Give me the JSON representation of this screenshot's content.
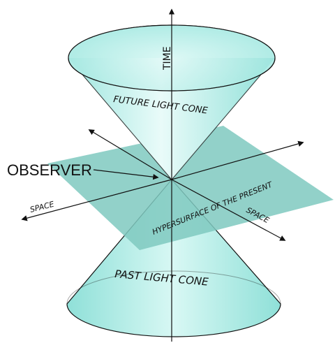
{
  "labels": {
    "time": "TIME",
    "future": "FUTURE LIGHT CONE",
    "past": "PAST LIGHT CONE",
    "observer": "OBSERVER",
    "space_left": "SPACE",
    "space_right": "SPACE",
    "hypersurface": "HYPERSURFACE OF THE PRESENT"
  },
  "colors": {
    "cone_fill": "#bff3ee",
    "cone_light": "#e8fbf9",
    "cone_dark": "#7fdcd3",
    "plane_fill": "#7fc9c0",
    "line": "#111111"
  }
}
